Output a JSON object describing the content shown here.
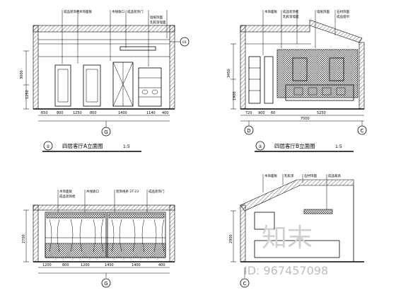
{
  "panels": [
    {
      "id": "A",
      "title_number": "①",
      "title": "四层客厅A立面图",
      "scale": "1:5",
      "notes": [
        "成品装饰柜",
        "木饰面板",
        "木线收口",
        "成品装饰门",
        "墙纸饰面",
        "乳胶漆墙面"
      ],
      "dim_bottom": [
        "650",
        "800",
        "1250",
        "800",
        "1400",
        "1140",
        "400"
      ],
      "dim_left": [
        "3000",
        "1250"
      ],
      "grid_label": "G",
      "callout": "01"
    },
    {
      "id": "B",
      "title_number": "②",
      "title": "四层客厅B立面图",
      "scale": "1:5",
      "notes": [
        "木饰面板",
        "成品装饰柜",
        "乳胶漆墙面",
        "墙纸饰面",
        "石材饰面",
        "成品窗帘"
      ],
      "dim_bottom": [
        "720",
        "900",
        "60",
        "5250"
      ],
      "dim_bottom_total": "7000",
      "dim_left": [
        "3450",
        "1900"
      ],
      "grid_labels": [
        "D",
        "C"
      ]
    },
    {
      "id": "C",
      "notes": [
        "木饰面板",
        "成品装饰柜",
        "木线收口",
        "装饰线条 2T-23",
        "成品装饰门"
      ],
      "dim_bottom": [
        "1200",
        "800",
        "1200",
        "1400",
        "1400",
        "400"
      ],
      "dim_left": [
        "2700"
      ],
      "grid_label": "G"
    },
    {
      "id": "D",
      "notes": [
        "木饰面板",
        "乳胶漆",
        "石材饰面",
        "成品家具"
      ],
      "dim_left": [
        "2900"
      ],
      "grid_label": "C"
    }
  ],
  "watermark": {
    "logo": "知末",
    "id_text": "ID: 967457098"
  }
}
